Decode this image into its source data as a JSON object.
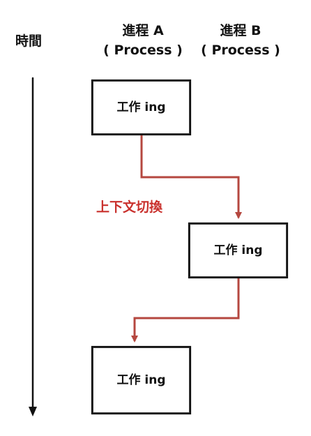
{
  "time_axis": {
    "label": "時間"
  },
  "processes": [
    {
      "title": "進程 A",
      "subtitle": "( Process )"
    },
    {
      "title": "進程 B",
      "subtitle": "( Process )"
    }
  ],
  "tasks": [
    {
      "label": "工作 ing",
      "process": "A"
    },
    {
      "label": "工作 ing",
      "process": "B"
    },
    {
      "label": "工作 ing",
      "process": "A"
    }
  ],
  "context_switch": {
    "label": "上下文切換"
  },
  "colors": {
    "line": "#111111",
    "arrow": "#b5473f",
    "context_text": "#c9302c"
  }
}
